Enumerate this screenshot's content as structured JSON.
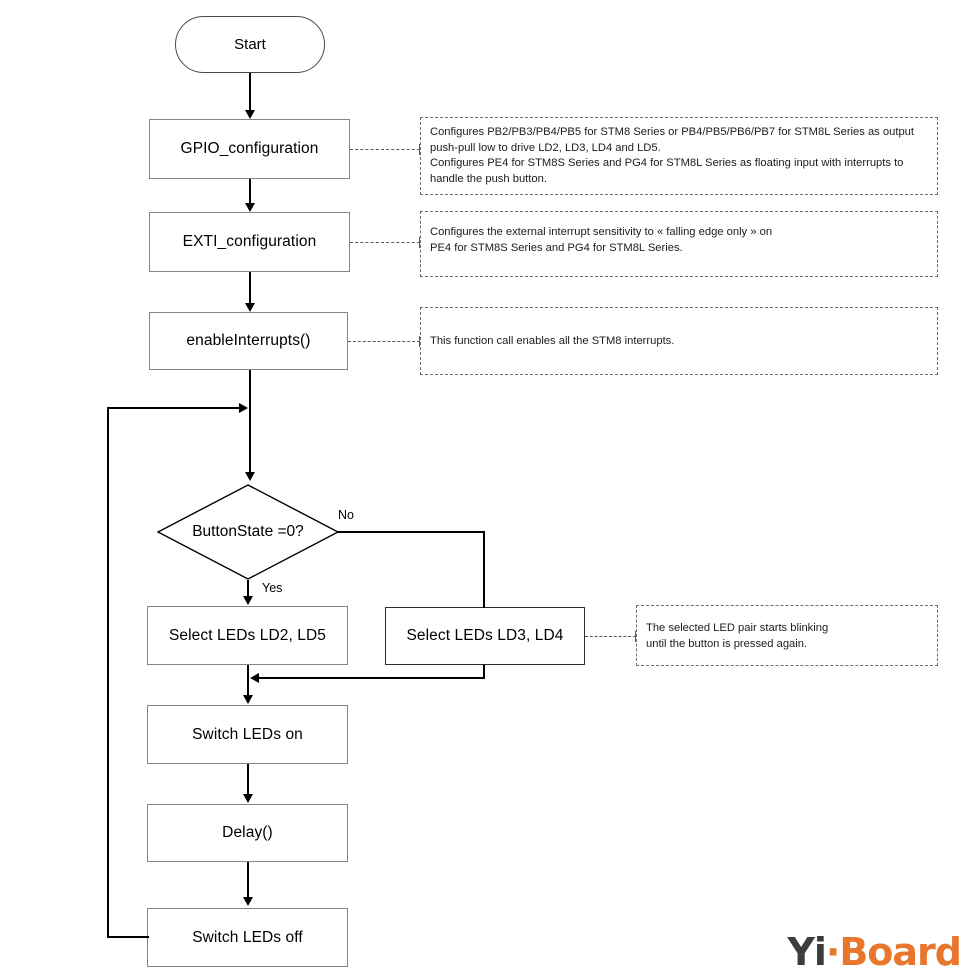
{
  "diagram": {
    "title": "STM8 LED blink flowchart",
    "colors": {
      "line": "#000000",
      "box_border": "#858585",
      "box_border_dark": "#2b2b2b",
      "note_border": "#6d6d6d",
      "background": "#ffffff",
      "watermark_orange": "#e8762c",
      "watermark_dark": "#3d3d3d"
    }
  },
  "nodes": {
    "start": {
      "label": "Start",
      "type": "terminator"
    },
    "gpio_config": {
      "label": "GPIO_configuration",
      "type": "process"
    },
    "exti_config": {
      "label": "EXTI_configuration",
      "type": "process"
    },
    "enable_interrupts": {
      "label": "enableInterrupts()",
      "type": "process"
    },
    "button_state": {
      "label": "ButtonState =0?",
      "type": "decision"
    },
    "select_leds_yes": {
      "label": "Select LEDs LD2, LD5",
      "type": "process"
    },
    "select_leds_no": {
      "label": "Select LEDs LD3, LD4",
      "type": "process"
    },
    "switch_on": {
      "label": "Switch LEDs on",
      "type": "process"
    },
    "delay": {
      "label": "Delay()",
      "type": "process"
    },
    "switch_off": {
      "label": "Switch LEDs off",
      "type": "process"
    }
  },
  "branch_labels": {
    "no": "No",
    "yes": "Yes"
  },
  "notes": {
    "gpio": "Configures  PB2/PB3/PB4/PB5 for STM8 Series or PB4/PB5/PB6/PB7 for STM8L Series as output push-pull low to drive LD2, LD3, LD4 and LD5.\nConfigures PE4 for STM8S Series and PG4 for STM8L Series as floating input with interrupts to handle the push button.",
    "exti": "Configures the external interrupt sensitivity to « falling edge only » on\nPE4 for STM8S Series and PG4 for STM8L Series.",
    "enable": "This function call enables all the STM8 interrupts.",
    "blink": "The selected LED pair starts blinking\nuntil the button is pressed again."
  },
  "watermark": {
    "yi": "Yi",
    "dot": "",
    "board": "Board"
  }
}
